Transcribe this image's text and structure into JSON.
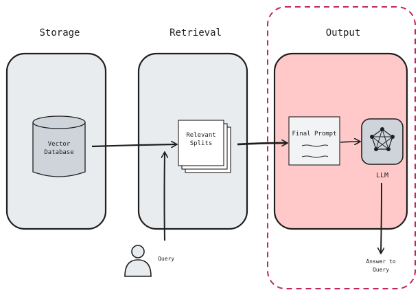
{
  "columns": {
    "storage": "Storage",
    "retrieval": "Retrieval",
    "output": "Output"
  },
  "nodes": {
    "db_line1": "Vector",
    "db_line2": "Database",
    "splits_line1": "Relevant",
    "splits_line2": "Splits",
    "prompt": "Final Prompt",
    "llm": "LLM",
    "query": "Query",
    "answer_line1": "Answer to",
    "answer_line2": "Query"
  },
  "colors": {
    "panel_fill": "#e9ecef",
    "output_fill": "#ffc9c9",
    "output_border": "#c2255c",
    "db_fill": "#ced4da",
    "ink": "#1e1e1e"
  }
}
